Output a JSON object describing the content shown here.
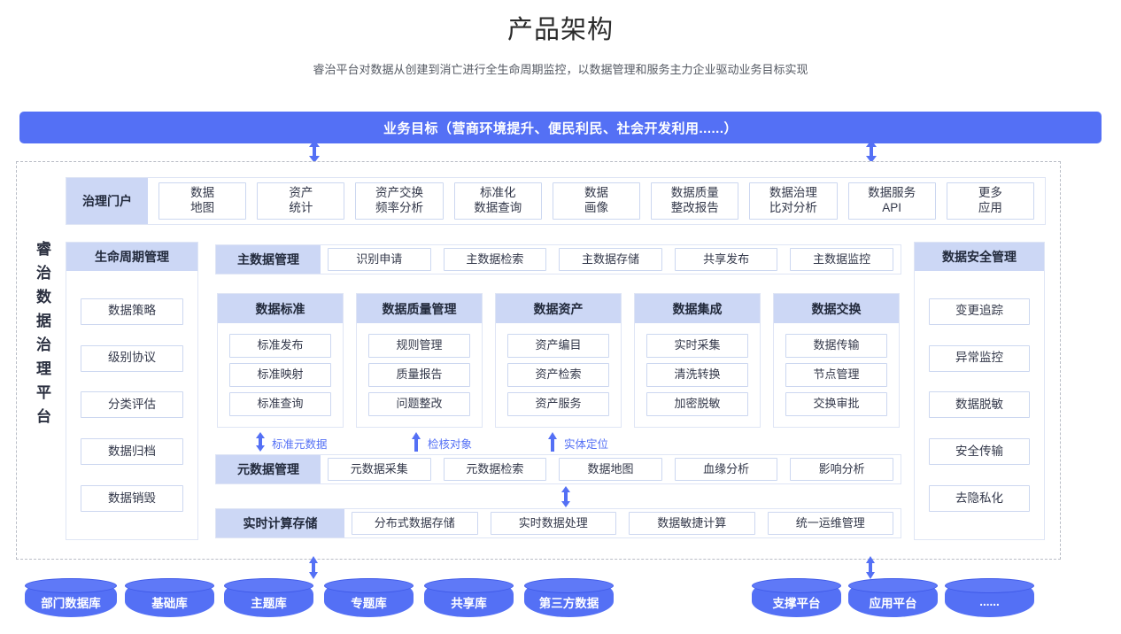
{
  "title": "产品架构",
  "subtitle": "睿治平台对数据从创建到消亡进行全生命周期监控，以数据管理和服务主力企业驱动业务目标实现",
  "colors": {
    "accent": "#5470f5",
    "head_bg": "#ccd7f5",
    "chip_border": "#ccd7f0",
    "dashed_border": "#b9bdc6"
  },
  "goal_banner": "业务目标（营商环境提升、便民利民、社会开发利用......）",
  "platform_label": "睿治数据治理平台",
  "portal": {
    "head": "治理门户",
    "items": [
      "数据\n地图",
      "资产\n统计",
      "资产交换\n频率分析",
      "标准化\n数据查询",
      "数据\n画像",
      "数据质量\n整改报告",
      "数据治理\n比对分析",
      "数据服务\nAPI",
      "更多\n应用"
    ]
  },
  "lifecycle": {
    "head": "生命周期管理",
    "items": [
      "数据策略",
      "级别协议",
      "分类评估",
      "数据归档",
      "数据销毁"
    ]
  },
  "security": {
    "head": "数据安全管理",
    "items": [
      "变更追踪",
      "异常监控",
      "数据脱敏",
      "安全传输",
      "去隐私化"
    ]
  },
  "master_data": {
    "head": "主数据管理",
    "items": [
      "识别申请",
      "主数据检索",
      "主数据存储",
      "共享发布",
      "主数据监控"
    ]
  },
  "groups": [
    {
      "head": "数据标准",
      "items": [
        "标准发布",
        "标准映射",
        "标准查询"
      ]
    },
    {
      "head": "数据质量管理",
      "items": [
        "规则管理",
        "质量报告",
        "问题整改"
      ]
    },
    {
      "head": "数据资产",
      "items": [
        "资产编目",
        "资产检索",
        "资产服务"
      ]
    },
    {
      "head": "数据集成",
      "items": [
        "实时采集",
        "清洗转换",
        "加密脱敏"
      ]
    },
    {
      "head": "数据交换",
      "items": [
        "数据传输",
        "节点管理",
        "交换审批"
      ]
    }
  ],
  "metadata": {
    "head": "元数据管理",
    "items": [
      "元数据采集",
      "元数据检索",
      "数据地图",
      "血缘分析",
      "影响分析"
    ]
  },
  "realtime": {
    "head": "实时计算存储",
    "items": [
      "分布式数据存储",
      "实时数据处理",
      "数据敏捷计算",
      "统一运维管理"
    ]
  },
  "arrow_labels": [
    "标准元数据",
    "检核对象",
    "实体定位"
  ],
  "databases_left": [
    "部门数据库",
    "基础库",
    "主题库",
    "专题库",
    "共享库",
    "第三方数据"
  ],
  "databases_right": [
    "支撑平台",
    "应用平台",
    "......"
  ]
}
